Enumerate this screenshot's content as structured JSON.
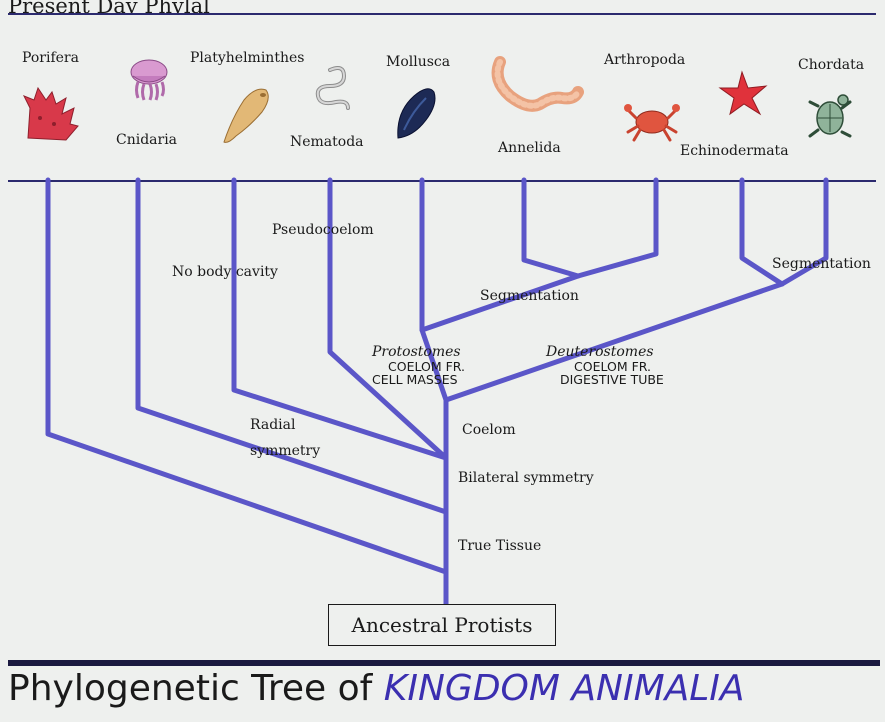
{
  "header": {
    "title": "Present Day Phylal"
  },
  "phyla": [
    {
      "id": "porifera",
      "label": "Porifera",
      "icon": "sponge-icon"
    },
    {
      "id": "cnidaria",
      "label": "Cnidaria",
      "icon": "jellyfish-icon"
    },
    {
      "id": "platyhelminthes",
      "label": "Platyhelminthes",
      "icon": "flatworm-icon"
    },
    {
      "id": "nematoda",
      "label": "Nematoda",
      "icon": "roundworm-icon"
    },
    {
      "id": "mollusca",
      "label": "Mollusca",
      "icon": "mussel-icon"
    },
    {
      "id": "annelida",
      "label": "Annelida",
      "icon": "earthworm-icon"
    },
    {
      "id": "arthropoda",
      "label": "Arthropoda",
      "icon": "crab-icon"
    },
    {
      "id": "echinodermata",
      "label": "Echinodermata",
      "icon": "starfish-icon"
    },
    {
      "id": "chordata",
      "label": "Chordata",
      "icon": "turtle-icon"
    }
  ],
  "tree": {
    "notes": {
      "pseudocoelom": "Pseudocoelom",
      "no_body_cavity": "No body cavity",
      "segmentation_protostome": "Segmentation",
      "segmentation_deuterostome": "Segmentation",
      "radial_symmetry": "Radial\nsymmetry",
      "coelom": "Coelom",
      "bilateral_symmetry": "Bilateral symmetry",
      "true_tissue": "True Tissue"
    },
    "protostomes": {
      "name": "Protostomes",
      "line1": "COELOM FR.",
      "line2": "CELL MASSES"
    },
    "deuterostomes": {
      "name": "Deuterostomes",
      "line1": "COELOM FR.",
      "line2": "DIGESTIVE TUBE"
    },
    "root": "Ancestral Protists"
  },
  "footer": {
    "title_plain": "Phylogenetic Tree of",
    "title_highlight": "KINGDOM ANIMALIA"
  },
  "colors": {
    "branch": "#5b56c8",
    "border": "#2b2a6e",
    "footer_highlight": "#3b2fb0"
  }
}
